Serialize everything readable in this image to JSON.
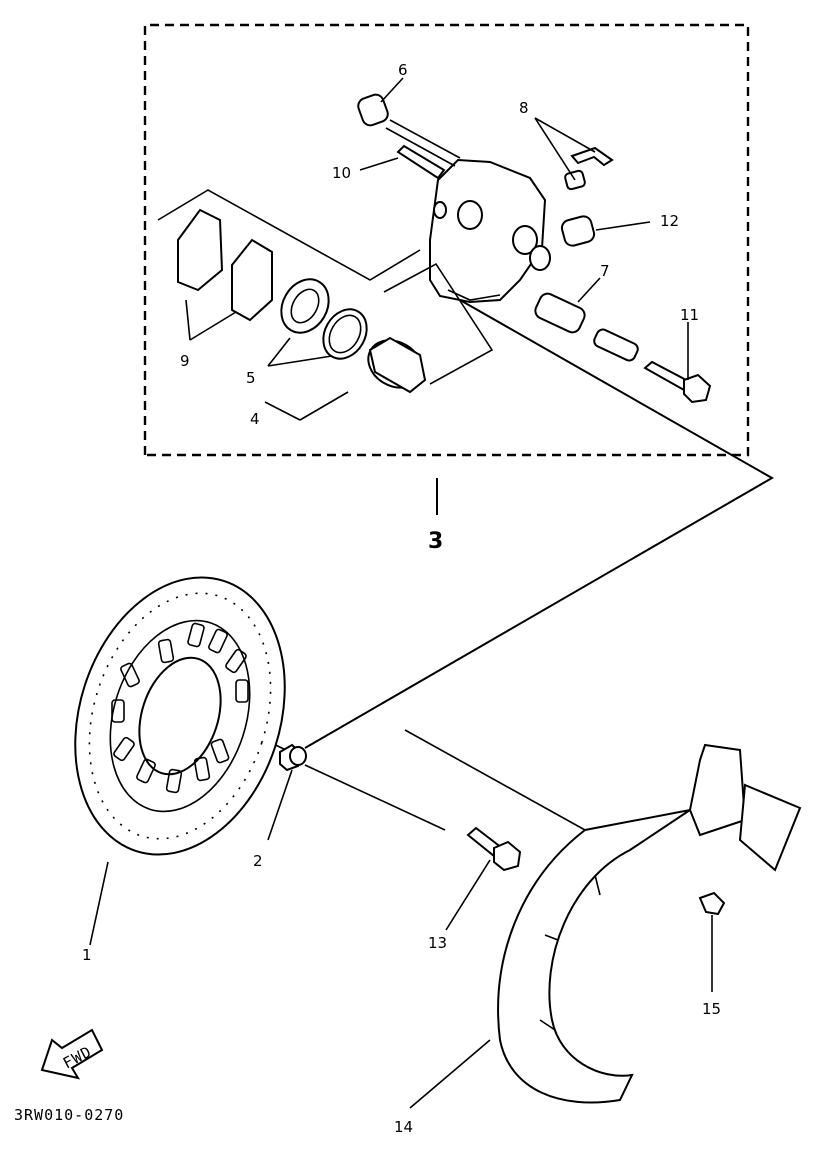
{
  "diagram_code": "3RW010-0270",
  "fwd_label": "FWD",
  "callouts": [
    {
      "id": "c1",
      "text": "1"
    },
    {
      "id": "c2",
      "text": "2"
    },
    {
      "id": "c3",
      "text": "3"
    },
    {
      "id": "c4",
      "text": "4"
    },
    {
      "id": "c5",
      "text": "5"
    },
    {
      "id": "c6",
      "text": "6"
    },
    {
      "id": "c7",
      "text": "7"
    },
    {
      "id": "c8",
      "text": "8"
    },
    {
      "id": "c9",
      "text": "9"
    },
    {
      "id": "c10",
      "text": "10"
    },
    {
      "id": "c11",
      "text": "11"
    },
    {
      "id": "c12",
      "text": "12"
    },
    {
      "id": "c13",
      "text": "13"
    },
    {
      "id": "c14",
      "text": "14"
    },
    {
      "id": "c15",
      "text": "15"
    }
  ]
}
